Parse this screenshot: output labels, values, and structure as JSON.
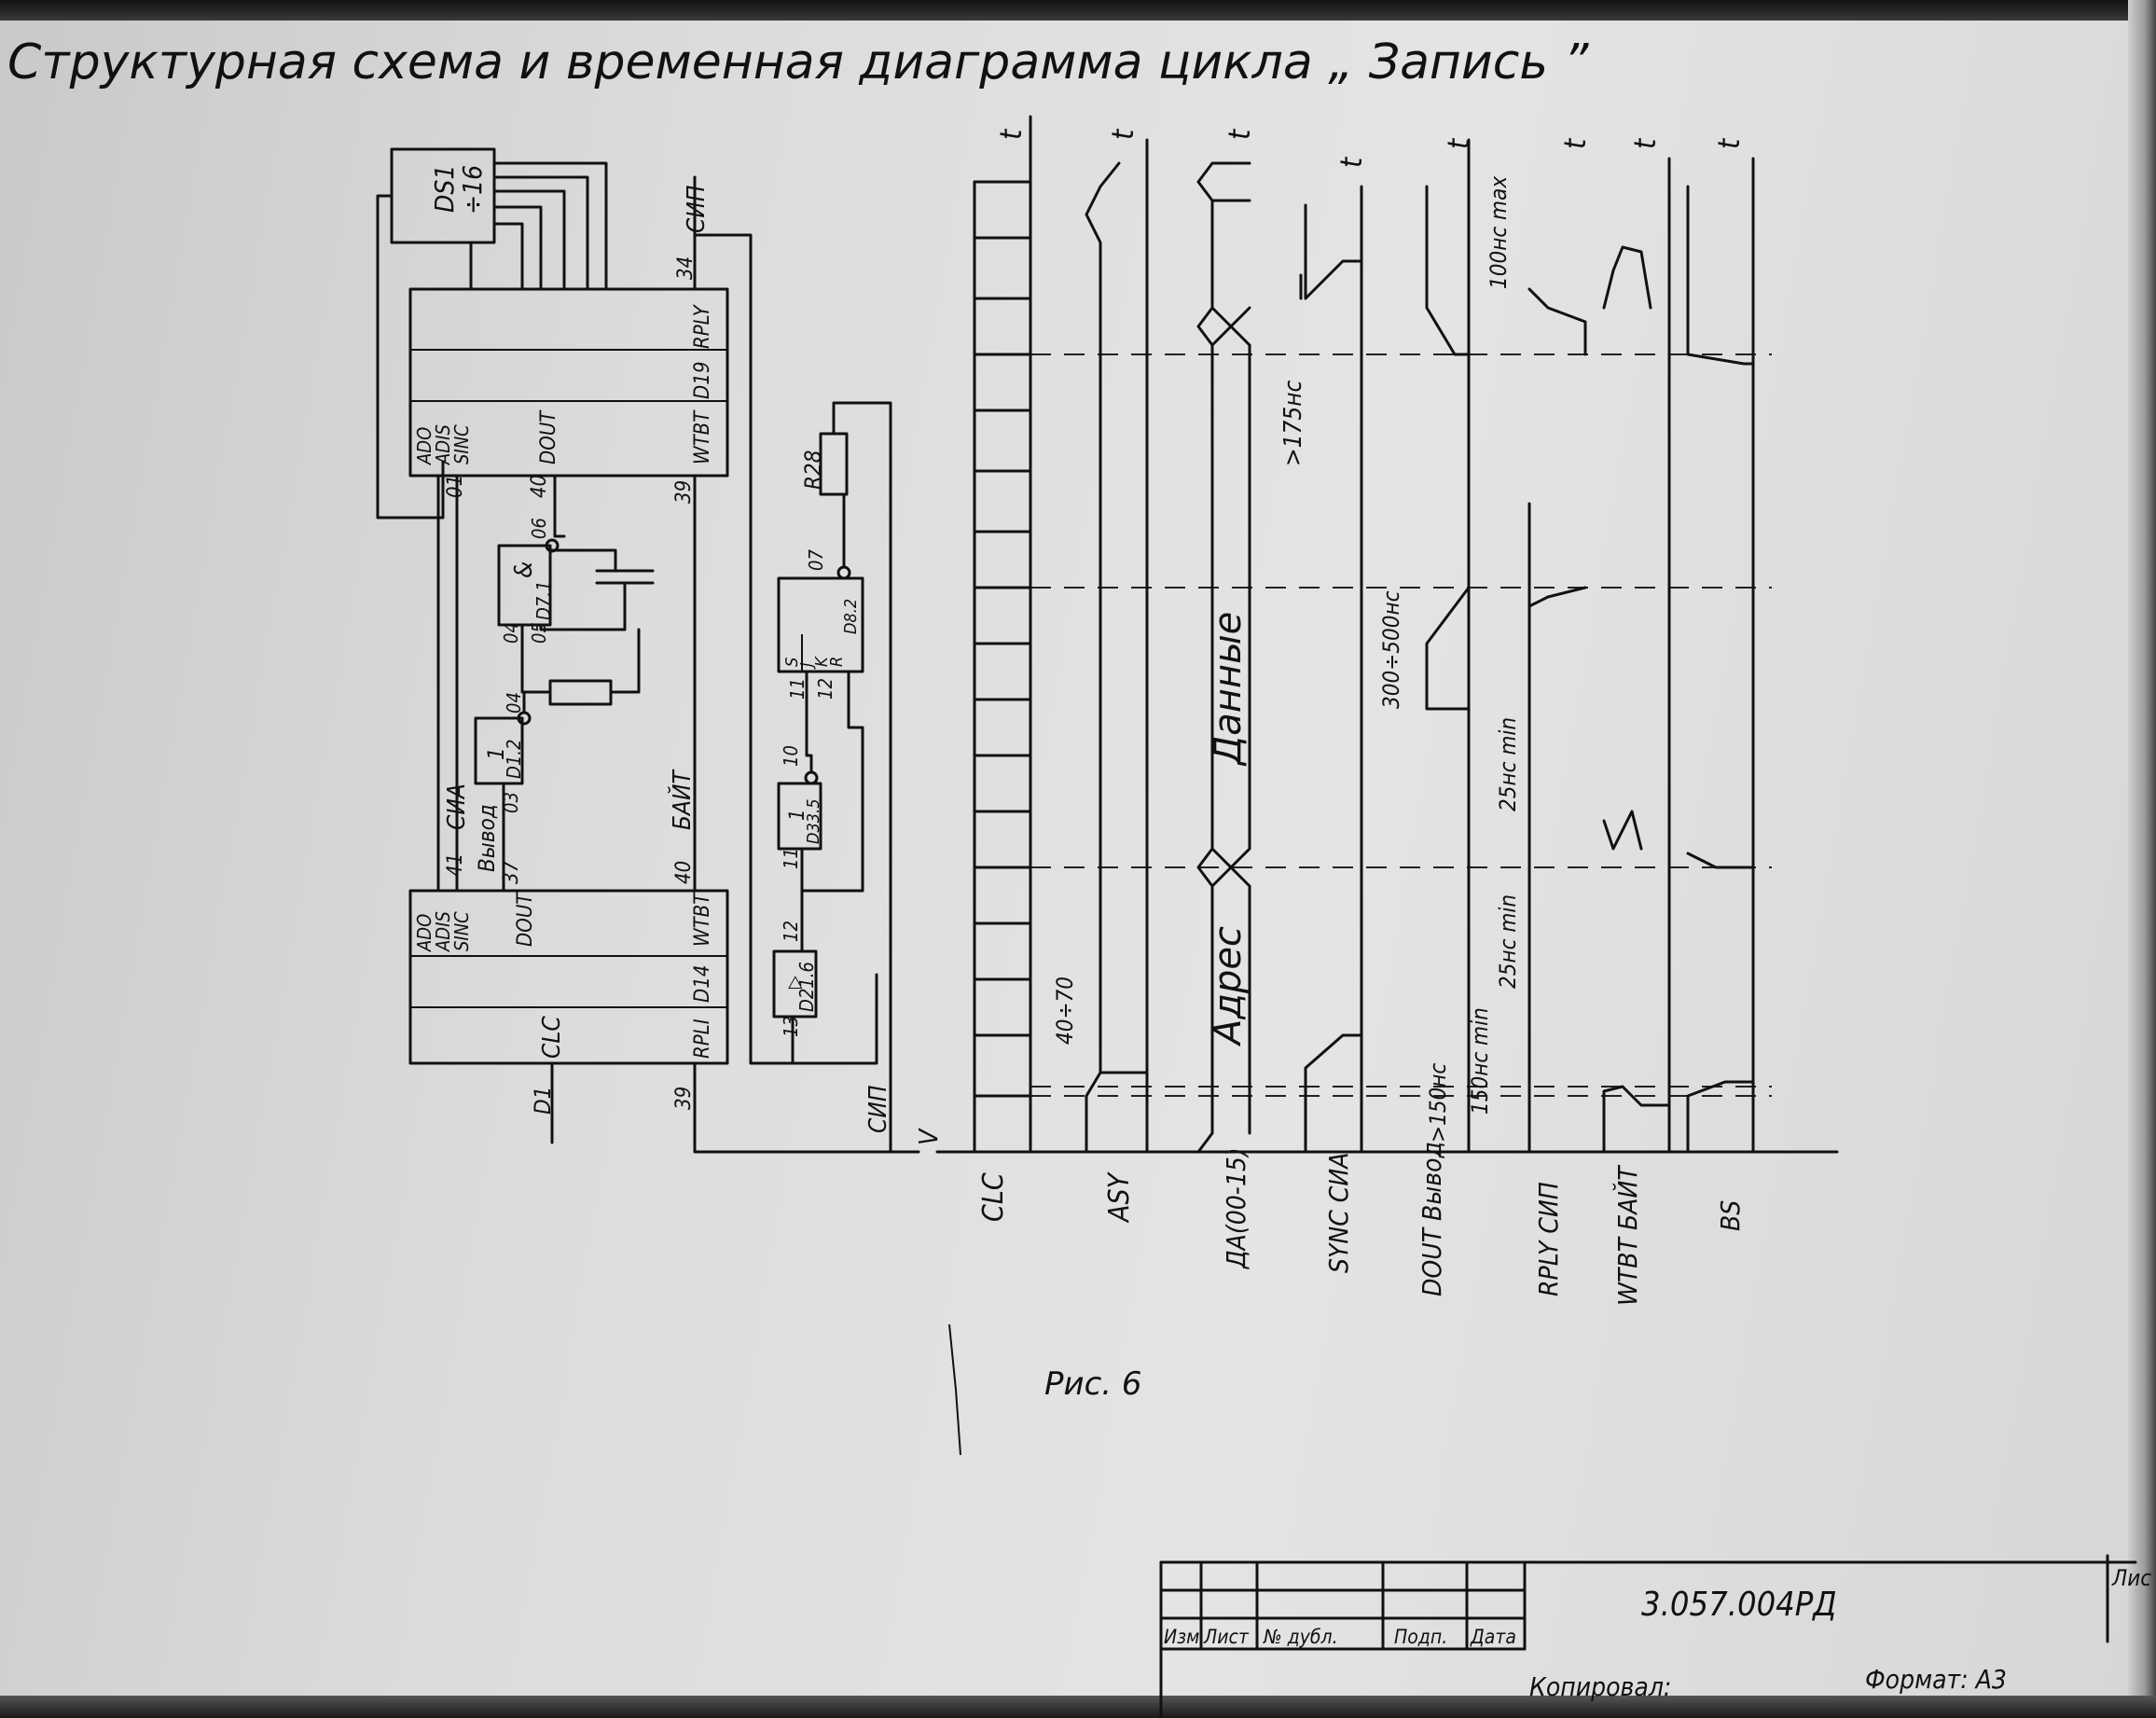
{
  "title": "Структурная схема и временная диаграмма цикла „ Запись ”",
  "figure_caption": "Рис. 6",
  "schematic": {
    "ds1": {
      "name": "DS1",
      "ratio": "÷16"
    },
    "d19": {
      "name": "D19",
      "pins_left": [
        "ADO",
        "ADIS",
        "SINC"
      ],
      "pin_dout": "DOUT",
      "pin_wtbt": "WTBT",
      "pin_rply": "RPLY",
      "pin_numbers": {
        "sinc": "01",
        "dout": "40",
        "wtbt": "39",
        "rply": "34"
      }
    },
    "d14": {
      "name": "D14",
      "pins_left": [
        "ADO",
        "ADIS",
        "SINC"
      ],
      "pin_dout": "DOUT",
      "pin_wtbt": "WTBT",
      "pin_rply": "RPLI",
      "pin_numbers": {
        "sinc": "41",
        "dout": "37",
        "wtbt": "40",
        "rply": "39",
        "clc": "D1"
      }
    },
    "labels": {
      "sia": "СИА",
      "vyvod": "Вывод",
      "bait": "БАЙТ",
      "sip_top": "СИП",
      "sip_bottom": "СИП",
      "clc": "CLC",
      "d1_2": "D1.2",
      "d7_1": "D7.1",
      "d33_5": "D33.5",
      "d21_6": "D21.6",
      "d8_2": "D8.2",
      "r28": "R28",
      "gate_one": "1",
      "gate_amp": "&",
      "trig_t": "T",
      "jk": [
        "S",
        "J",
        "K",
        "R"
      ],
      "pins": {
        "p03": "03",
        "p04a": "04",
        "p04b": "04",
        "p05": "05",
        "p06": "06",
        "p07": "07",
        "p10": "10",
        "p11a": "11",
        "p11b": "11",
        "p12a": "12",
        "p12b": "12",
        "p13": "13",
        "p34": "34"
      }
    }
  },
  "timing": {
    "axis_t": "t",
    "axis_v": "V",
    "signals": [
      "CLC",
      "ASY",
      "ДА(00-15)",
      "SYNC СИА",
      "DOUT Вывод",
      "RPLY СИП",
      "WTBT БАЙТ",
      "BS"
    ],
    "bus_labels": {
      "address": "Адрес",
      "data": "Данные"
    },
    "annotations": [
      "40÷70",
      ">175нс",
      "300÷500нс",
      ">150нс",
      "150нс min",
      "25нс min",
      "25нс min",
      "100нс max"
    ]
  },
  "title_block": {
    "headers": [
      "Изм",
      "Лист",
      "№ дубл.",
      "Подп.",
      "Дата"
    ],
    "doc_number": "3.057.004РД",
    "copied": "Копировал:",
    "format": "Формат: А3",
    "sheet_label": "Лис"
  }
}
